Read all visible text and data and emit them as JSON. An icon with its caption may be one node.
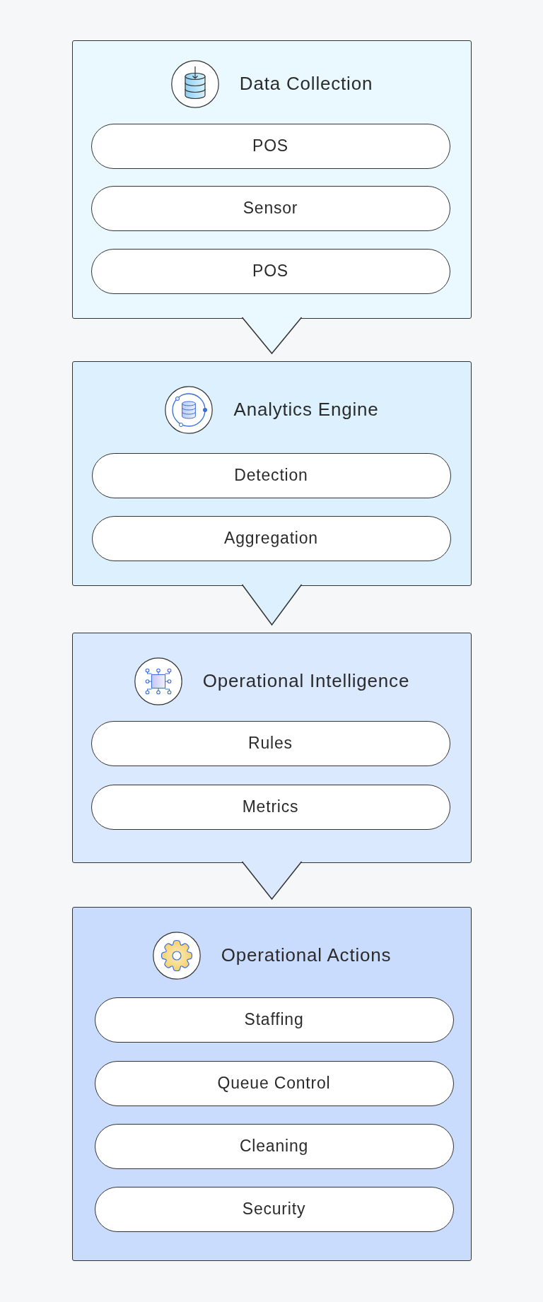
{
  "diagram": {
    "nodes": [
      {
        "text": [
          "Data Collection"
        ]
      },
      {
        "text": [
          "POS"
        ],
        "in": 0
      },
      {
        "text": [
          "Sensor"
        ],
        "in": 0
      },
      {
        "text": [
          "POS"
        ],
        "in": 0
      },
      {
        "text": [
          "Analytics Engine"
        ]
      },
      {
        "text": [
          "Detection"
        ],
        "in": 4
      },
      {
        "text": [
          "Aggregation"
        ],
        "in": 4
      },
      {
        "text": [
          "Operational Intelligence"
        ]
      },
      {
        "text": [
          "Rules"
        ],
        "in": 7
      },
      {
        "text": [
          "Metrics"
        ],
        "in": 7
      },
      {
        "text": [
          "Operational Actions"
        ]
      },
      {
        "text": [
          "Staffing"
        ],
        "in": 10
      },
      {
        "text": [
          "Queue Control"
        ],
        "in": 10
      },
      {
        "text": [
          "Cleaning"
        ],
        "in": 10
      },
      {
        "text": [
          "Security"
        ],
        "in": 10
      }
    ],
    "edges": [
      {
        "from": 0,
        "to": 4,
        "arrow": "to"
      },
      {
        "from": 4,
        "to": 7,
        "arrow": "to"
      },
      {
        "from": 7,
        "to": 10,
        "arrow": "to"
      }
    ]
  }
}
